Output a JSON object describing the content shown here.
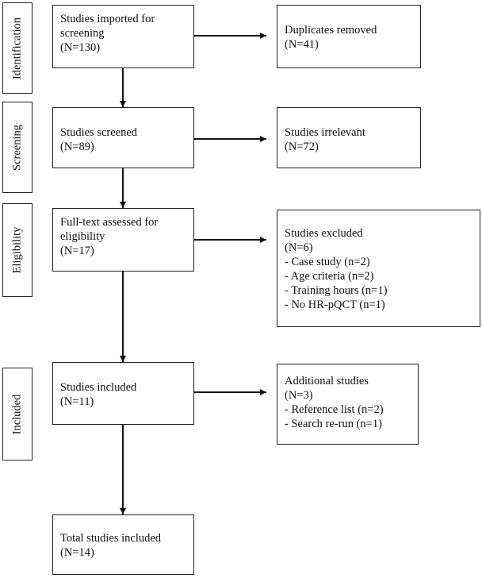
{
  "stages": {
    "identification": "Identification",
    "screening": "Screening",
    "eligibility": "Eligibility",
    "included": "Included"
  },
  "boxes": {
    "imported": [
      "Studies imported for",
      "screening",
      "(N=130)"
    ],
    "duplicates": [
      "Duplicates removed",
      "(N=41)"
    ],
    "screened": [
      "Studies screened",
      "(N=89)"
    ],
    "irrelevant": [
      "Studies irrelevant",
      "(N=72)"
    ],
    "fulltext": [
      "Full-text assessed for",
      "eligibility",
      "(N=17)"
    ],
    "excluded": [
      "Studies excluded",
      "(N=6)",
      "- Case study (n=2)",
      "- Age criteria (n=2)",
      "- Training hours (n=1)",
      "- No HR-pQCT (n=1)"
    ],
    "included": [
      "Studies included",
      "(N=11)"
    ],
    "additional": [
      "Additional studies",
      "(N=3)",
      "- Reference list (n=2)",
      "- Search re-run (n=1)"
    ],
    "total": [
      "Total studies included",
      "(N=14)"
    ]
  }
}
